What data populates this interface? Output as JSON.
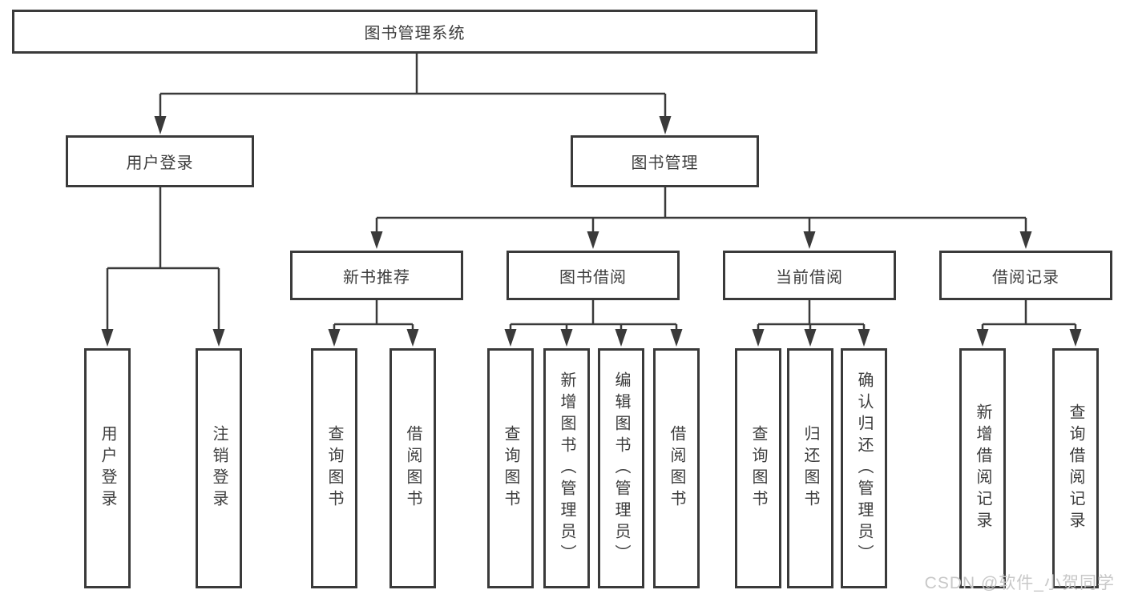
{
  "colors": {
    "line": "#3a3a3a",
    "box_border": "#3a3a3a",
    "text": "#3d3d3d",
    "background": "#ffffff",
    "watermark": "#c8c8c8"
  },
  "nodes": {
    "root": "图书管理系统",
    "user_login": "用户登录",
    "book_management": "图书管理",
    "new_book_recommend": "新书推荐",
    "book_borrow": "图书借阅",
    "current_borrow": "当前借阅",
    "borrow_record": "借阅记录"
  },
  "leaves": {
    "user": [
      "用户登录",
      "注销登录"
    ],
    "recommend": [
      "查询图书",
      "借阅图书"
    ],
    "borrow": [
      "查询图书",
      "新增图书（管理员）",
      "编辑图书（管理员）",
      "借阅图书"
    ],
    "current": [
      "查询图书",
      "归还图书",
      "确认归还（管理员）"
    ],
    "record": [
      "新增借阅记录",
      "查询借阅记录"
    ]
  },
  "watermark": "CSDN @软件_小贺同学"
}
